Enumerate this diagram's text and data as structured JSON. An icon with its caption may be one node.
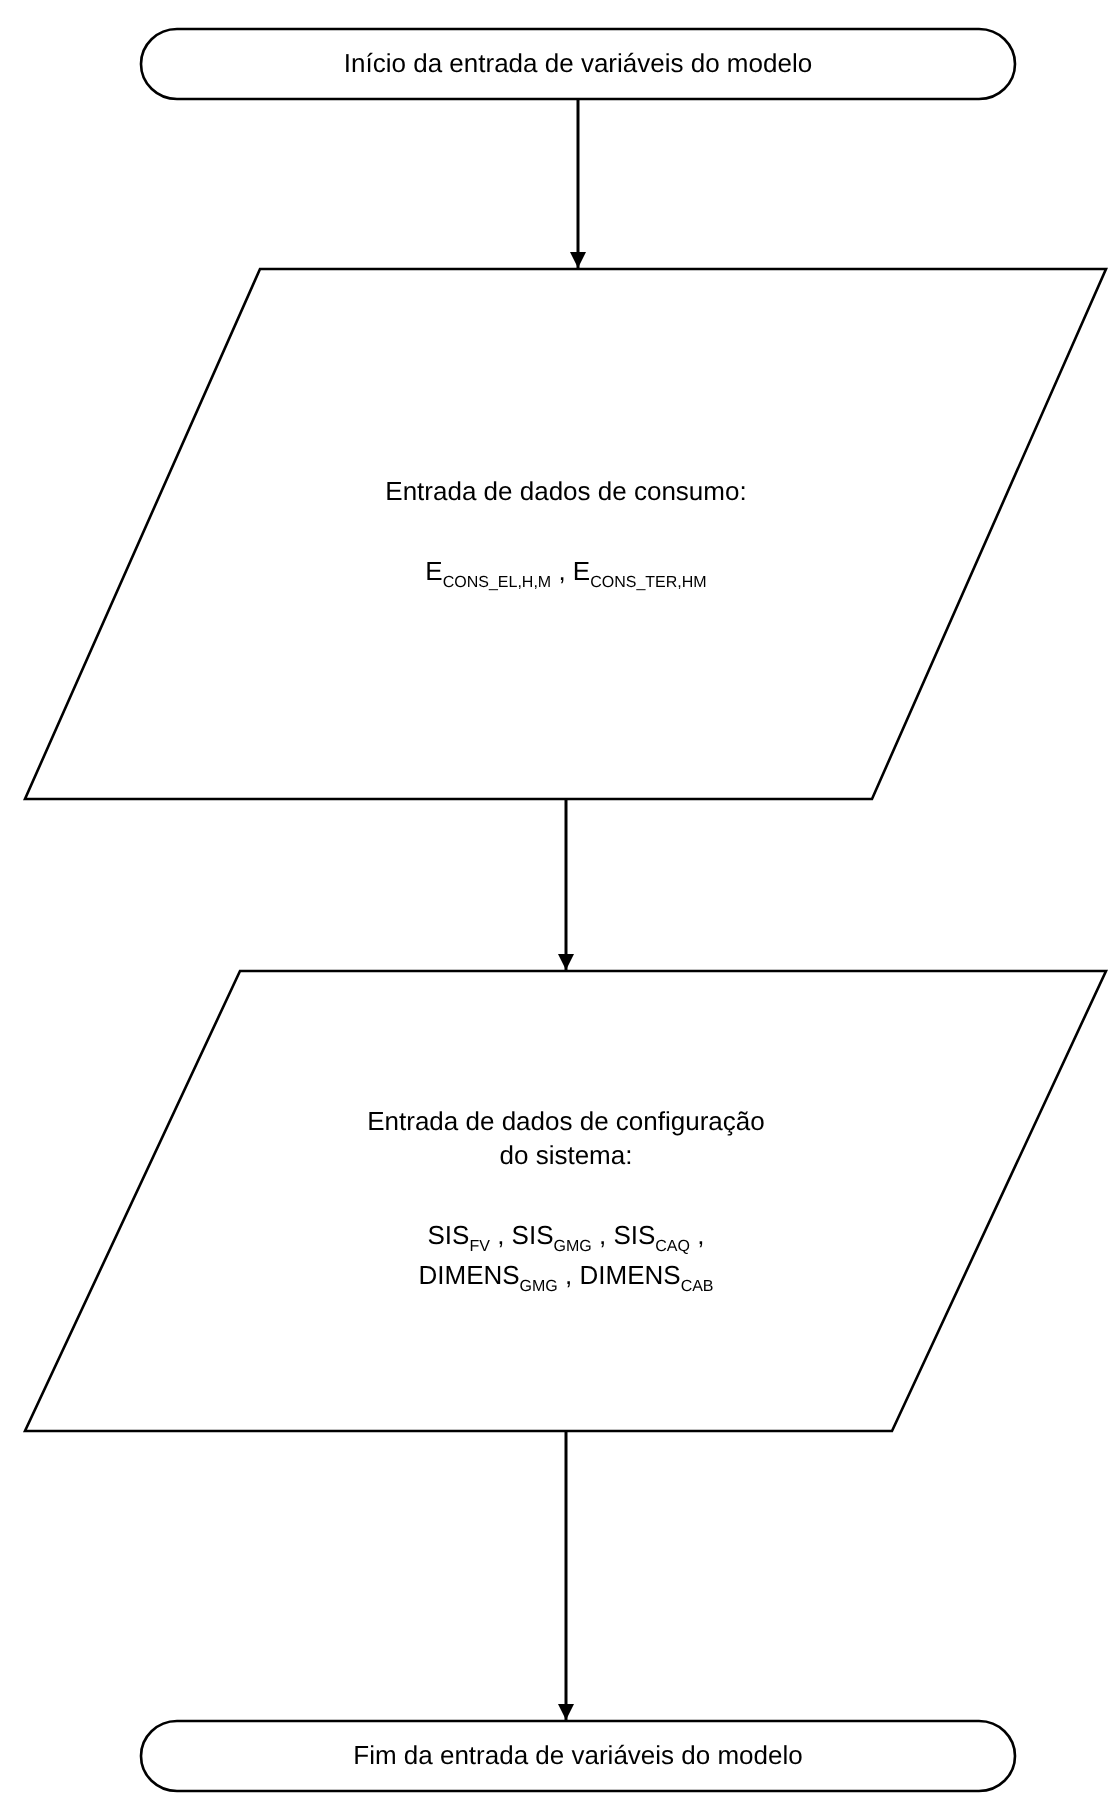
{
  "diagram": {
    "nodes": [
      {
        "text": [
          "Início da  entrada de variáveis do modelo"
        ]
      },
      {
        "text": [
          "Entrada de dados de consumo:",
          "E$_{CONS_EL,H,M}$ , E$_{CONS_TER,HM}$"
        ]
      },
      {
        "text": [
          "Entrada de dados de configuração do sistema:",
          "SIS$_{FV}$ , SIS$_{GMG}$ , SIS$_{CAQ}$ , DIMENS$_{GMG}$ , DIMENS$_{CAB}$"
        ]
      },
      {
        "text": [
          "Fim da  entrada de variáveis do modelo"
        ]
      }
    ],
    "edges": [
      {
        "from": 0,
        "to": 1,
        "arrow": "to"
      },
      {
        "from": 1,
        "to": 2,
        "arrow": "to"
      },
      {
        "from": 2,
        "to": 3,
        "arrow": "to"
      }
    ]
  }
}
